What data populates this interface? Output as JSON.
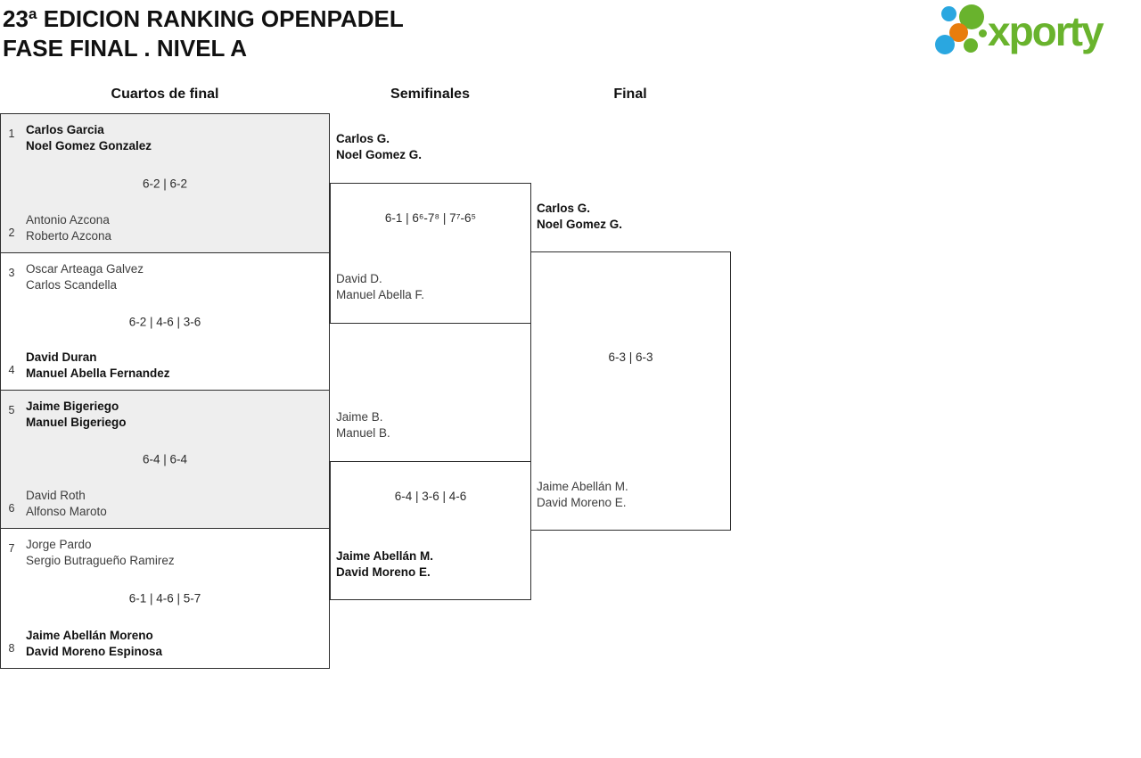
{
  "header": {
    "title_line1": "23ª EDICION RANKING OPENPADEL",
    "title_line2": "FASE FINAL . NIVEL A"
  },
  "logo": {
    "text": "xporty"
  },
  "theme": {
    "logo-green": "#69b32d",
    "logo-blue": "#2aa7e0",
    "logo-orange": "#e87d0d",
    "line": "#2e2e2e",
    "shade": "#eeeeee"
  },
  "round_headers": {
    "quarterfinals": "Cuartos de final",
    "semifinals": "Semifinales",
    "final": "Final"
  },
  "quarterfinals": [
    {
      "seed_top": "1",
      "team_top_line1": "Carlos Garcia",
      "team_top_line2": "Noel Gomez Gonzalez",
      "score": "6-2 | 6-2",
      "seed_bottom": "2",
      "team_bottom_line1": "Antonio Azcona",
      "team_bottom_line2": "Roberto Azcona",
      "winner": "top"
    },
    {
      "seed_top": "3",
      "team_top_line1": "Oscar Arteaga Galvez",
      "team_top_line2": "Carlos Scandella",
      "score": "6-2 | 4-6 | 3-6",
      "seed_bottom": "4",
      "team_bottom_line1": "David Duran",
      "team_bottom_line2": "Manuel Abella Fernandez",
      "winner": "bottom"
    },
    {
      "seed_top": "5",
      "team_top_line1": "Jaime Bigeriego",
      "team_top_line2": "Manuel Bigeriego",
      "score": "6-4 | 6-4",
      "seed_bottom": "6",
      "team_bottom_line1": "David Roth",
      "team_bottom_line2": "Alfonso Maroto",
      "winner": "top"
    },
    {
      "seed_top": "7",
      "team_top_line1": "Jorge Pardo",
      "team_top_line2": "Sergio Butragueño Ramirez",
      "score": "6-1 | 4-6 | 5-7",
      "seed_bottom": "8",
      "team_bottom_line1": "Jaime Abellán Moreno",
      "team_bottom_line2": "David Moreno Espinosa",
      "winner": "bottom"
    }
  ],
  "semifinals": [
    {
      "team_top_line1": "Carlos G.",
      "team_top_line2": "Noel Gomez G.",
      "score": "6-1 | 6⁶-7⁸ | 7⁷-6⁵",
      "team_bottom_line1": "David D.",
      "team_bottom_line2": "Manuel Abella F.",
      "winner": "top"
    },
    {
      "team_top_line1": "Jaime B.",
      "team_top_line2": "Manuel B.",
      "score": "6-4 | 3-6 | 4-6",
      "team_bottom_line1": "Jaime Abellán M.",
      "team_bottom_line2": "David Moreno E.",
      "winner": "bottom"
    }
  ],
  "final": {
    "team_top_line1": "Carlos G.",
    "team_top_line2": "Noel Gomez G.",
    "score": "6-3 | 6-3",
    "team_bottom_line1": "Jaime Abellán M.",
    "team_bottom_line2": "David Moreno E.",
    "winner": "top"
  }
}
